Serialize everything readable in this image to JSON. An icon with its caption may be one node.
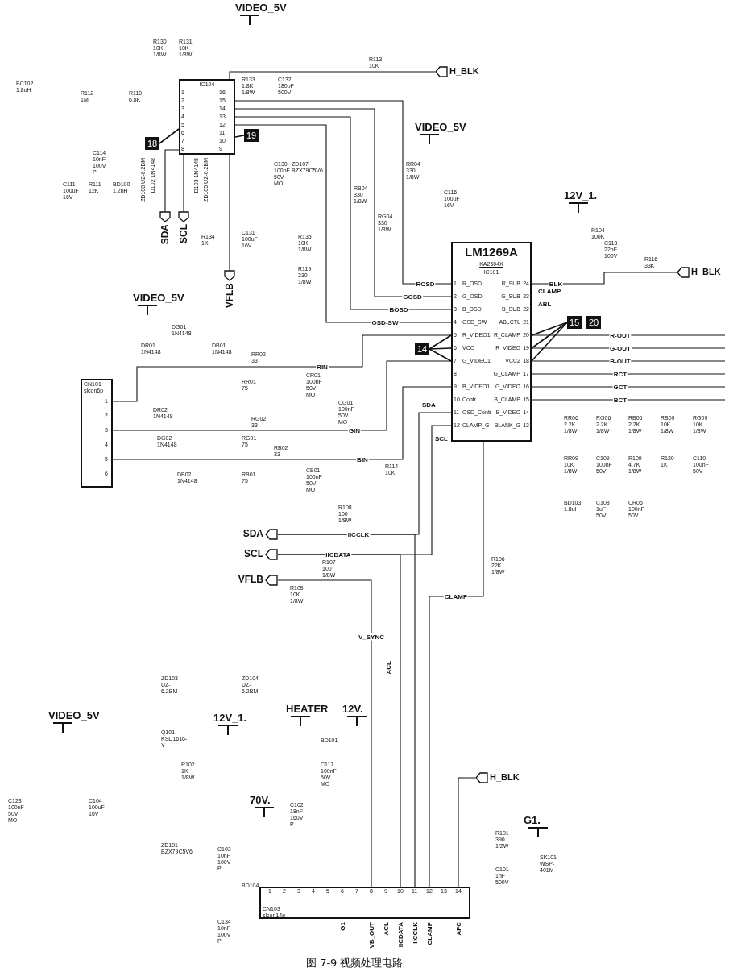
{
  "diagram": {
    "caption": "图 7-9 视频处理电路",
    "nodes": [
      {
        "text": [
          "IC104"
        ]
      },
      {
        "text": [
          "H_BLK"
        ]
      },
      {
        "text": [
          "SDA"
        ]
      },
      {
        "text": [
          "SCL"
        ]
      },
      {
        "text": [
          "VFLB"
        ]
      },
      {
        "text": [
          "LM1269A",
          "KA2504X",
          "IC101"
        ]
      },
      {
        "text": [
          "H_BLK"
        ]
      },
      {
        "text": [
          "CN101",
          "slcon6p"
        ]
      },
      {
        "text": [
          "SDA"
        ]
      },
      {
        "text": [
          "SCL"
        ]
      },
      {
        "text": [
          "VFLB"
        ]
      },
      {
        "text": [
          "CN103",
          "slcon14p"
        ]
      },
      {
        "text": [
          "H_BLK"
        ]
      },
      {
        "text": [
          "18"
        ]
      },
      {
        "text": [
          "19"
        ]
      },
      {
        "text": [
          "14"
        ]
      },
      {
        "text": [
          "15"
        ]
      },
      {
        "text": [
          "20"
        ]
      }
    ],
    "edges": [
      {
        "from": 0,
        "to": 1,
        "arrow": "none"
      },
      {
        "from": 0,
        "to": 2,
        "arrow": "none"
      },
      {
        "from": 0,
        "to": 3,
        "arrow": "none"
      },
      {
        "from": 0,
        "to": 4,
        "arrow": "none"
      },
      {
        "from": 0,
        "to": 5,
        "arrow": "none",
        "label": "ROSD"
      },
      {
        "from": 0,
        "to": 5,
        "arrow": "none",
        "label": "GOSD"
      },
      {
        "from": 0,
        "to": 5,
        "arrow": "none",
        "label": "BOSD"
      },
      {
        "from": 0,
        "to": 5,
        "arrow": "none",
        "label": "OSD-SW"
      },
      {
        "from": 5,
        "to": 6,
        "arrow": "none",
        "label": "BLK"
      },
      {
        "from": 7,
        "to": 5,
        "arrow": "none",
        "label": "RIN"
      },
      {
        "from": 7,
        "to": 5,
        "arrow": "none",
        "label": "GIN"
      },
      {
        "from": 7,
        "to": 5,
        "arrow": "none",
        "label": "BIN"
      },
      {
        "from": 5,
        "to": null,
        "arrow": "none",
        "label": "R-OUT"
      },
      {
        "from": 5,
        "to": null,
        "arrow": "none",
        "label": "G-OUT"
      },
      {
        "from": 5,
        "to": null,
        "arrow": "none",
        "label": "B-OUT"
      },
      {
        "from": 5,
        "to": null,
        "arrow": "none",
        "label": "RCT"
      },
      {
        "from": 5,
        "to": null,
        "arrow": "none",
        "label": "GCT"
      },
      {
        "from": 5,
        "to": null,
        "arrow": "none",
        "label": "BCT"
      },
      {
        "from": 8,
        "to": 5,
        "arrow": "none",
        "label": "IICCLK"
      },
      {
        "from": 9,
        "to": 5,
        "arrow": "none",
        "label": "IICDATA"
      },
      {
        "from": 10,
        "to": 11,
        "arrow": "none",
        "label": "V_SYNC"
      },
      {
        "from": 5,
        "to": 11,
        "arrow": "none",
        "label": "CLAMP"
      },
      {
        "from": 8,
        "to": 11,
        "arrow": "none"
      },
      {
        "from": 9,
        "to": 11,
        "arrow": "none"
      },
      {
        "from": 11,
        "to": 12,
        "arrow": "none"
      },
      {
        "from": 13,
        "to": 0,
        "arrow": "none"
      },
      {
        "from": 14,
        "to": 0,
        "arrow": "none"
      },
      {
        "from": 15,
        "to": 5,
        "arrow": "none"
      },
      {
        "from": 15,
        "to": 5,
        "arrow": "none"
      },
      {
        "from": 15,
        "to": 5,
        "arrow": "none"
      },
      {
        "from": 16,
        "to": 5,
        "arrow": "none"
      },
      {
        "from": 16,
        "to": 5,
        "arrow": "none"
      },
      {
        "from": 16,
        "to": 5,
        "arrow": "none"
      }
    ],
    "labels": [
      "VIDEO_5V",
      "R130 10K 1/8W",
      "R131 10K 1/8W",
      "BC102 1.8uH",
      "R112 1M",
      "R110 6.8K",
      "R133 1.8K 1/8W",
      "C132 180pF 500V",
      "R113 10K",
      "C114 10nF 100V P",
      "C111 100uF 16V",
      "R111 12K",
      "BD100 1.2uH",
      "ZD108 UZ-6.2BM",
      "D102 1N4148",
      "D103 1N4148",
      "ZD105 UZ-6.2BM",
      "R134 1K",
      "C131 100uF 16V",
      "C130 100nF 50V MO",
      "ZD107 BZX79C5V6",
      "RR04 330 1/8W",
      "RB04 330 1/8W",
      "RG04 330 1/8W",
      "R135 10K 1/8W",
      "R119 330 1/8W",
      "VIDEO_5V",
      "C116 100uF 16V",
      "12V_1.",
      "R104 100K",
      "C113 22nF 100V",
      "R116 33K",
      "CLAMP",
      "ABL",
      "VIDEO_5V",
      "DG01 1N4148",
      "DR01 1N4148",
      "DB01 1N4148",
      "RR02 33",
      "RR01 75",
      "CR01 100nF 50V MO",
      "DR02 1N4148",
      "RG02 33",
      "CG01 100nF 50V MO",
      "DG02 1N4148",
      "RG01 75",
      "RB02 33",
      "DB02 1N4148",
      "RB01 75",
      "CB01 100nF 50V MO",
      "SDA",
      "SCL",
      "R114 10K",
      "R108 100 1/8W",
      "R107 100 1/8W",
      "R105 10K 1/8W",
      "ACL",
      "R106 22K 1/8W",
      "ZD103 UZ-6.2BM",
      "ZD104 UZ-6.2BM",
      "RR06 2.2K 1/8W",
      "RG06 2.2K 1/8W",
      "RB06 2.2K 1/8W",
      "RB09 10K 1/8W",
      "RG09 10K 1/8W",
      "RR09 10K 1/8W",
      "C109 100nF 50V",
      "R109 4.7K 1/8W",
      "R120 1K",
      "C110 100nF 50V",
      "BD103 1.8uH",
      "C108 1uF 50V",
      "CR05 100nF 50V",
      "VIDEO_5V",
      "12V_1.",
      "HEATER",
      "12V.",
      "Q101 KSD1616-Y",
      "R102 1K 1/8W",
      "BD101",
      "C117 100nF 50V MO",
      "C123 100nF 50V MO",
      "C104 100uF 16V",
      "70V.",
      "C102 18nF 160V P",
      "G1.",
      "R101 390 1/2W",
      "ZD101 BZX79C5V6",
      "C103 10nF 100V P",
      "SK101 WSP-401M",
      "C101 1nF 500V",
      "BD104",
      "C134 10nF 100V P",
      "G1",
      "VB_OUT",
      "ACL",
      "IICDATA",
      "IICCLK",
      "CLAMP",
      "AFC",
      "1",
      "2",
      "3",
      "4",
      "5",
      "6",
      "7",
      "8",
      "9",
      "10",
      "11",
      "12",
      "13",
      "14",
      "1",
      "2",
      "3",
      "4",
      "5",
      "6",
      "1",
      "2",
      "3",
      "4",
      "5",
      "6",
      "7",
      "8",
      "16",
      "15",
      "14",
      "13",
      "12",
      "11",
      "10",
      "9",
      "1",
      "R_OSD",
      "2",
      "G_OSD",
      "3",
      "B_OSD",
      "4",
      "OSD_SW",
      "5",
      "R_VIDEO1",
      "6",
      "VCC",
      "7",
      "G_VIDEO1",
      "8",
      "9",
      "B_VIDEO1",
      "10",
      "Contr",
      "11",
      "OSD_Contr",
      "12",
      "CLAMP_G",
      "R_SUB",
      "24",
      "G_SUB",
      "23",
      "B_SUB",
      "22",
      "ABLCTL",
      "21",
      "R_CLAMP",
      "20",
      "R_VIDEO",
      "19",
      "VCC2",
      "18",
      "G_CLAMP",
      "17",
      "G_VIDEO",
      "16",
      "B_CLAMP",
      "15",
      "B_VIDEO",
      "14",
      "BLANK_G",
      "13"
    ]
  }
}
